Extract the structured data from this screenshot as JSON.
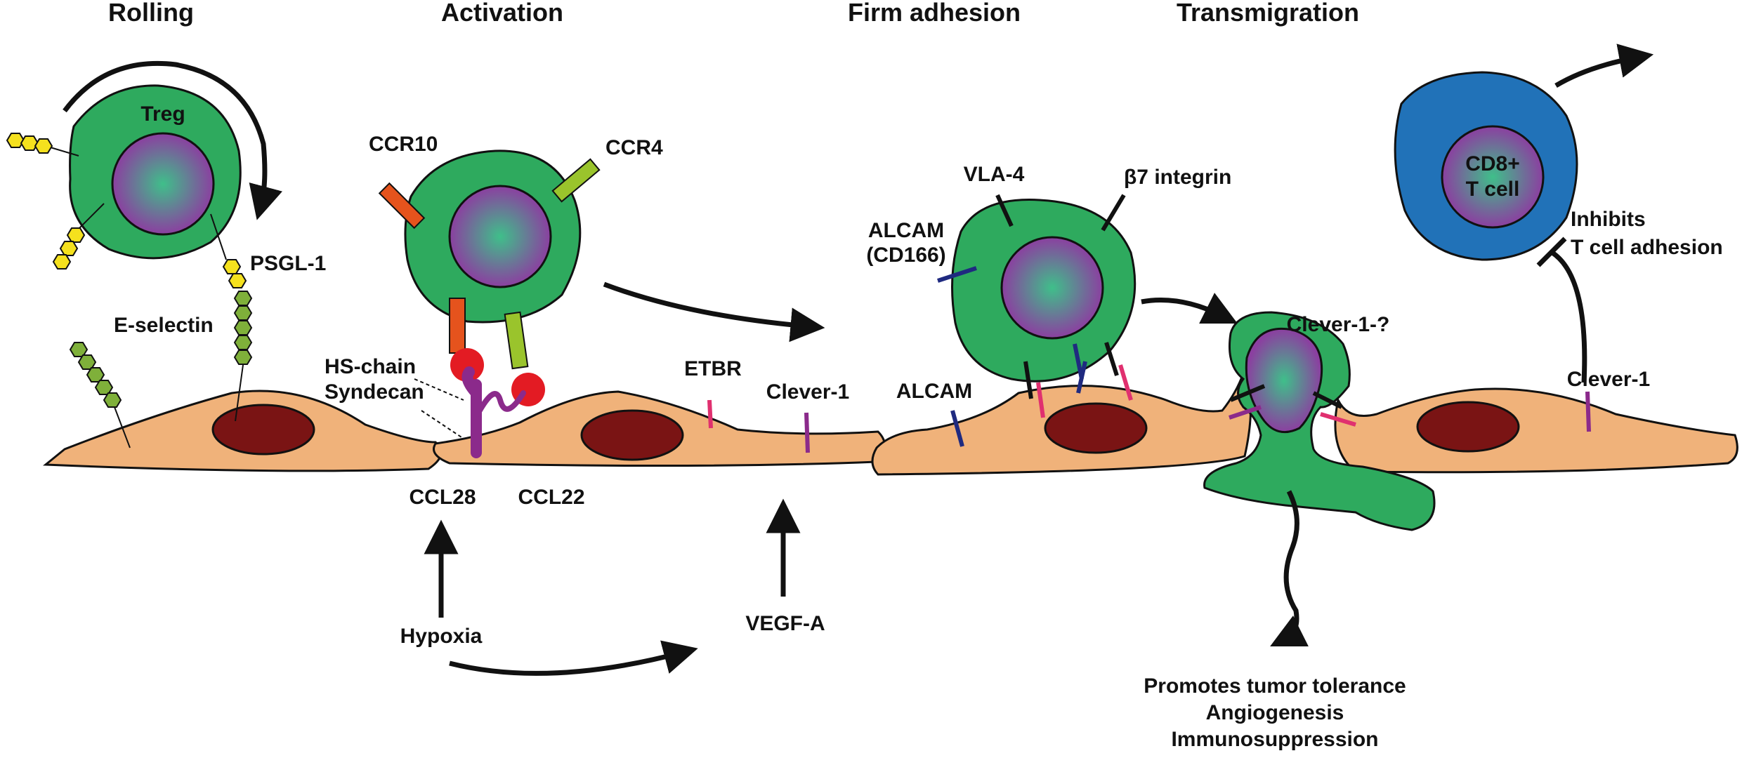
{
  "stages": {
    "rolling": "Rolling",
    "activation": "Activation",
    "firm_adhesion": "Firm adhesion",
    "transmigration": "Transmigration"
  },
  "labels": {
    "treg": "Treg",
    "psgl1": "PSGL-1",
    "e_selectin": "E-selectin",
    "ccr10": "CCR10",
    "ccr4": "CCR4",
    "hs_chain": "HS-chain",
    "syndecan": "Syndecan",
    "ccl28": "CCL28",
    "ccl22": "CCL22",
    "hypoxia": "Hypoxia",
    "vegf_a": "VEGF-A",
    "etbr": "ETBR",
    "clever1_mid": "Clever-1",
    "vla4": "VLA-4",
    "b7_integrin": "β7 integrin",
    "alcam_cd166_line1": "ALCAM",
    "alcam_cd166_line2": "(CD166)",
    "alcam": "ALCAM",
    "clever1_q": "Clever-1-?",
    "cd8_line1": "CD8+",
    "cd8_line2": "T cell",
    "inhibits_line1": "Inhibits",
    "inhibits_line2": "T cell adhesion",
    "clever1_right": "Clever-1",
    "outcome_1": "Promotes tumor tolerance",
    "outcome_2": "Angiogenesis",
    "outcome_3": "Immunosuppression"
  },
  "colors": {
    "treg_cell": "#2eaa5e",
    "nucleus_center": "#3fbf8a",
    "nucleus_edge": "#8b3fa0",
    "cd8_cell": "#2172b8",
    "endothelium": "#f0b27a",
    "endo_nucleus": "#7a1414",
    "ccr10": "#e5531d",
    "ccr4": "#9ac42c",
    "chemokine": "#e31b23",
    "syndecan": "#8b2a8b",
    "etbr": "#e0306f",
    "clever1": "#8b2a8b",
    "alcam": "#1f2a80",
    "selectin_yellow": "#f5e11e",
    "selectin_green": "#7fb03a",
    "integrin": "#111111"
  }
}
